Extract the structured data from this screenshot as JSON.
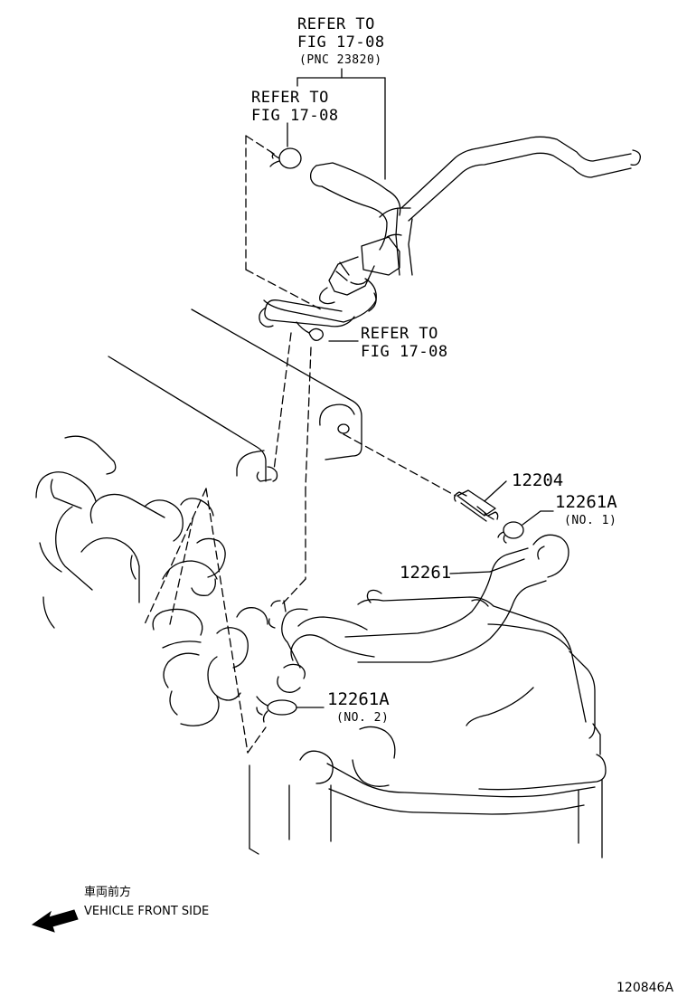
{
  "refs": {
    "top": {
      "line1": "REFER TO",
      "line2": "FIG 17-08",
      "line3": "(PNC 23820)"
    },
    "second": {
      "line1": "REFER TO",
      "line2": "FIG 17-08"
    },
    "third": {
      "line1": "REFER TO",
      "line2": "FIG 17-08"
    }
  },
  "parts": {
    "p12204": {
      "number": "12204"
    },
    "p12261a_1": {
      "number": "12261A",
      "sub": "(NO. 1)"
    },
    "p12261": {
      "number": "12261"
    },
    "p12261a_2": {
      "number": "12261A",
      "sub": "(NO. 2)"
    }
  },
  "direction": {
    "japanese": "車両前方",
    "english": "VEHICLE FRONT SIDE"
  },
  "diagram_code": "120846A"
}
